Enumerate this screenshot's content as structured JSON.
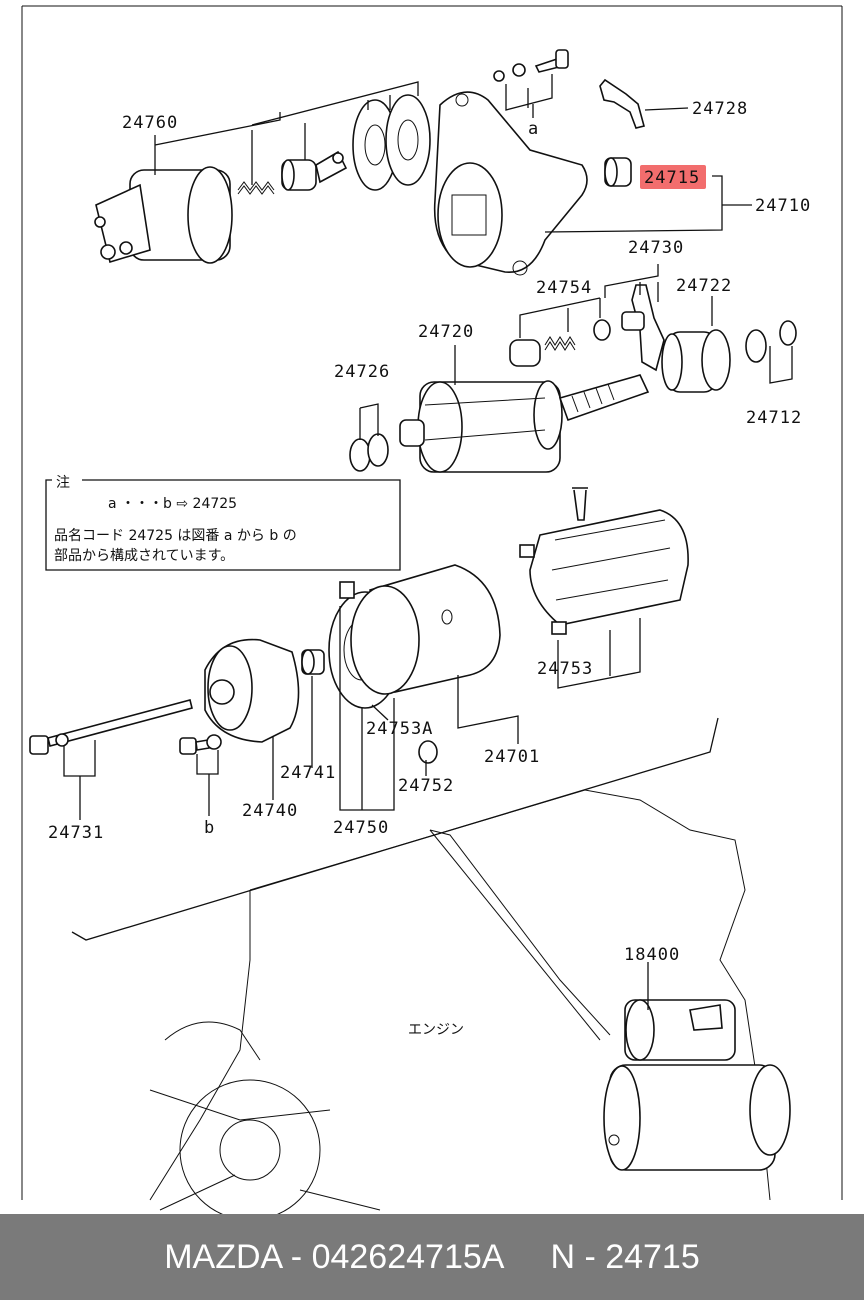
{
  "diagram": {
    "labels": {
      "p24760": "24760",
      "pa": "a",
      "p24728": "24728",
      "p24715": "24715",
      "p24710": "24710",
      "p24730": "24730",
      "p24754": "24754",
      "p24722": "24722",
      "p24720": "24720",
      "p24726": "24726",
      "p24712": "24712",
      "p24753": "24753",
      "p24753A": "24753A",
      "p24701": "24701",
      "p24741": "24741",
      "p24752": "24752",
      "p24740": "24740",
      "p24750": "24750",
      "p24731": "24731",
      "pb": "b",
      "p18400": "18400",
      "engine": "エンジン"
    },
    "note": {
      "title": "注",
      "line1": "a   ・・・b   ⇨         24725",
      "line2": "品名コード  24725    は図番 a  から b  の",
      "line3": "部品から構成されています。"
    },
    "highlight_color": "#f26d6d"
  },
  "footer": {
    "left": "MAZDA - 042624715A",
    "right": "N - 24715"
  }
}
